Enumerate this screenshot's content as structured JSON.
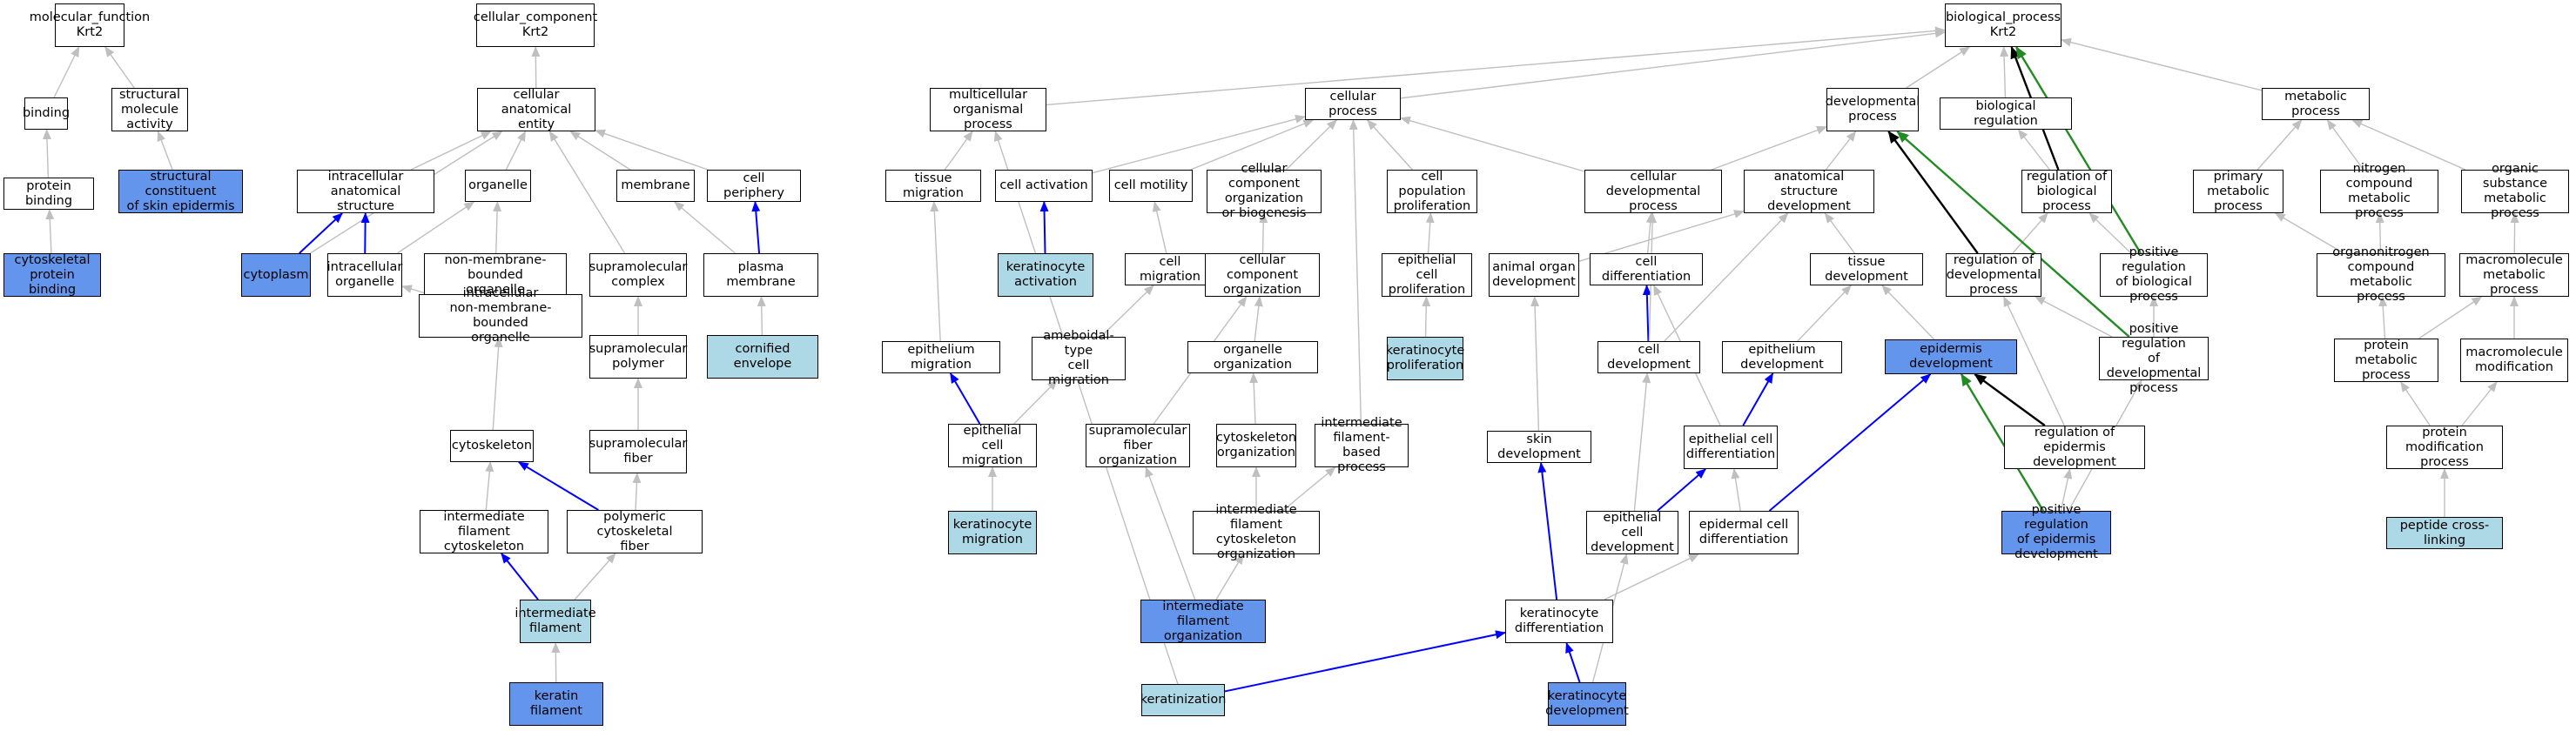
{
  "nodes": [
    {
      "id": "mf",
      "label": "molecular_function\nKrt2",
      "fill": "none"
    },
    {
      "id": "binding",
      "label": "binding",
      "fill": "none"
    },
    {
      "id": "smact",
      "label": "structural molecule\nactivity",
      "fill": "none"
    },
    {
      "id": "protbind",
      "label": "protein binding",
      "fill": "none"
    },
    {
      "id": "scse",
      "label": "structural constituent\nof skin epidermis",
      "fill": "dark"
    },
    {
      "id": "cytoskbind",
      "label": "cytoskeletal\nprotein binding",
      "fill": "dark"
    },
    {
      "id": "cc",
      "label": "cellular_component\nKrt2",
      "fill": "none"
    },
    {
      "id": "cae",
      "label": "cellular anatomical\nentity",
      "fill": "none"
    },
    {
      "id": "ias",
      "label": "intracellular\nanatomical structure",
      "fill": "none"
    },
    {
      "id": "organelle",
      "label": "organelle",
      "fill": "none"
    },
    {
      "id": "membrane",
      "label": "membrane",
      "fill": "none"
    },
    {
      "id": "cellperiph",
      "label": "cell periphery",
      "fill": "none"
    },
    {
      "id": "cytoplasm",
      "label": "cytoplasm",
      "fill": "dark"
    },
    {
      "id": "intraorg",
      "label": "intracellular\norganelle",
      "fill": "none"
    },
    {
      "id": "nmbo",
      "label": "non-membrane-bounded\norganelle",
      "fill": "none"
    },
    {
      "id": "smcomplex",
      "label": "supramolecular\ncomplex",
      "fill": "none"
    },
    {
      "id": "plasmamem",
      "label": "plasma membrane",
      "fill": "none"
    },
    {
      "id": "inmbo",
      "label": "intracellular\nnon-membrane-bounded\norganelle",
      "fill": "none"
    },
    {
      "id": "smpolymer",
      "label": "supramolecular\npolymer",
      "fill": "none"
    },
    {
      "id": "cornenv",
      "label": "cornified envelope",
      "fill": "light"
    },
    {
      "id": "cytoskeleton",
      "label": "cytoskeleton",
      "fill": "none"
    },
    {
      "id": "smfiber",
      "label": "supramolecular\nfiber",
      "fill": "none"
    },
    {
      "id": "ifcyto",
      "label": "intermediate\nfilament cytoskeleton",
      "fill": "none"
    },
    {
      "id": "pcfiber",
      "label": "polymeric cytoskeletal\nfiber",
      "fill": "none"
    },
    {
      "id": "if",
      "label": "intermediate\nfilament",
      "fill": "light"
    },
    {
      "id": "keratinfil",
      "label": "keratin filament",
      "fill": "dark"
    },
    {
      "id": "bp",
      "label": "biological_process\nKrt2",
      "fill": "none"
    },
    {
      "id": "multi",
      "label": "multicellular\norganismal process",
      "fill": "none"
    },
    {
      "id": "cellproc",
      "label": "cellular process",
      "fill": "none"
    },
    {
      "id": "devproc",
      "label": "developmental\nprocess",
      "fill": "none"
    },
    {
      "id": "bioreg",
      "label": "biological regulation",
      "fill": "none"
    },
    {
      "id": "metab",
      "label": "metabolic process",
      "fill": "none"
    },
    {
      "id": "tissmig",
      "label": "tissue migration",
      "fill": "none"
    },
    {
      "id": "cellact",
      "label": "cell activation",
      "fill": "none"
    },
    {
      "id": "cellmot",
      "label": "cell motility",
      "fill": "none"
    },
    {
      "id": "ccob",
      "label": "cellular component\norganization\nor biogenesis",
      "fill": "none"
    },
    {
      "id": "cpp",
      "label": "cell population\nproliferation",
      "fill": "none"
    },
    {
      "id": "cdp",
      "label": "cellular developmental\nprocess",
      "fill": "none"
    },
    {
      "id": "asd",
      "label": "anatomical structure\ndevelopment",
      "fill": "none"
    },
    {
      "id": "regbp",
      "label": "regulation of\nbiological process",
      "fill": "none"
    },
    {
      "id": "pmp",
      "label": "primary metabolic\nprocess",
      "fill": "none"
    },
    {
      "id": "ncmp",
      "label": "nitrogen compound\nmetabolic process",
      "fill": "none"
    },
    {
      "id": "osmp",
      "label": "organic substance\nmetabolic process",
      "fill": "none"
    },
    {
      "id": "keract",
      "label": "keratinocyte\nactivation",
      "fill": "light"
    },
    {
      "id": "cellmig",
      "label": "cell migration",
      "fill": "none"
    },
    {
      "id": "cco",
      "label": "cellular component\norganization",
      "fill": "none"
    },
    {
      "id": "ecp",
      "label": "epithelial cell\nproliferation",
      "fill": "none"
    },
    {
      "id": "aod",
      "label": "animal organ\ndevelopment",
      "fill": "none"
    },
    {
      "id": "celldiff",
      "label": "cell differentiation",
      "fill": "none"
    },
    {
      "id": "tissdev",
      "label": "tissue development",
      "fill": "none"
    },
    {
      "id": "regdev",
      "label": "regulation of\ndevelopmental\nprocess",
      "fill": "none"
    },
    {
      "id": "posregbp",
      "label": "positive regulation\nof biological\nprocess",
      "fill": "none"
    },
    {
      "id": "oncmp",
      "label": "organonitrogen\ncompound metabolic\nprocess",
      "fill": "none"
    },
    {
      "id": "mmp",
      "label": "macromolecule\nmetabolic process",
      "fill": "none"
    },
    {
      "id": "epimig",
      "label": "epithelium migration",
      "fill": "none"
    },
    {
      "id": "amoeb",
      "label": "ameboidal-type\ncell migration",
      "fill": "none"
    },
    {
      "id": "orgorg",
      "label": "organelle organization",
      "fill": "none"
    },
    {
      "id": "kerprolif",
      "label": "keratinocyte\nproliferation",
      "fill": "light"
    },
    {
      "id": "celldev",
      "label": "cell development",
      "fill": "none"
    },
    {
      "id": "epidev",
      "label": "epithelium development",
      "fill": "none"
    },
    {
      "id": "epiddev",
      "label": "epidermis development",
      "fill": "dark"
    },
    {
      "id": "posregdev",
      "label": "positive regulation\nof developmental\nprocess",
      "fill": "none"
    },
    {
      "id": "protmp",
      "label": "protein metabolic\nprocess",
      "fill": "none"
    },
    {
      "id": "mmmod",
      "label": "macromolecule\nmodification",
      "fill": "none"
    },
    {
      "id": "ecm",
      "label": "epithelial cell\nmigration",
      "fill": "none"
    },
    {
      "id": "smfo",
      "label": "supramolecular\nfiber organization",
      "fill": "none"
    },
    {
      "id": "cskorg",
      "label": "cytoskeleton\norganization",
      "fill": "none"
    },
    {
      "id": "ifbp",
      "label": "intermediate\nfilament-based\nprocess",
      "fill": "none"
    },
    {
      "id": "skindev",
      "label": "skin development",
      "fill": "none"
    },
    {
      "id": "ecd",
      "label": "epithelial cell\ndifferentiation",
      "fill": "none"
    },
    {
      "id": "regepid",
      "label": "regulation of\nepidermis development",
      "fill": "none"
    },
    {
      "id": "pmproc",
      "label": "protein modification\nprocess",
      "fill": "none"
    },
    {
      "id": "kermig",
      "label": "keratinocyte\nmigration",
      "fill": "light"
    },
    {
      "id": "ifco",
      "label": "intermediate\nfilament cytoskeleton\norganization",
      "fill": "none"
    },
    {
      "id": "ecdev",
      "label": "epithelial cell\ndevelopment",
      "fill": "none"
    },
    {
      "id": "edcd",
      "label": "epidermal cell\ndifferentiation",
      "fill": "none"
    },
    {
      "id": "posregepid",
      "label": "positive regulation\nof epidermis\ndevelopment",
      "fill": "dark"
    },
    {
      "id": "pepcl",
      "label": "peptide cross-linking",
      "fill": "light"
    },
    {
      "id": "ifo",
      "label": "intermediate\nfilament organization",
      "fill": "dark"
    },
    {
      "id": "kerdiff",
      "label": "keratinocyte\ndifferentiation",
      "fill": "none"
    },
    {
      "id": "keratinization",
      "label": "keratinization",
      "fill": "light"
    },
    {
      "id": "kerdev",
      "label": "keratinocyte\ndevelopment",
      "fill": "dark"
    }
  ],
  "edges": [
    {
      "from": "binding",
      "to": "mf",
      "type": "is_a"
    },
    {
      "from": "smact",
      "to": "mf",
      "type": "is_a"
    },
    {
      "from": "protbind",
      "to": "binding",
      "type": "is_a"
    },
    {
      "from": "scse",
      "to": "smact",
      "type": "is_a"
    },
    {
      "from": "cytoskbind",
      "to": "protbind",
      "type": "is_a"
    },
    {
      "from": "cae",
      "to": "cc",
      "type": "is_a"
    },
    {
      "from": "ias",
      "to": "cae",
      "type": "is_a"
    },
    {
      "from": "organelle",
      "to": "cae",
      "type": "is_a"
    },
    {
      "from": "membrane",
      "to": "cae",
      "type": "is_a"
    },
    {
      "from": "cellperiph",
      "to": "cae",
      "type": "is_a"
    },
    {
      "from": "cytoplasm",
      "to": "cae",
      "type": "is_a"
    },
    {
      "from": "cytoplasm",
      "to": "ias",
      "type": "part_of"
    },
    {
      "from": "intraorg",
      "to": "ias",
      "type": "part_of"
    },
    {
      "from": "intraorg",
      "to": "organelle",
      "type": "is_a"
    },
    {
      "from": "nmbo",
      "to": "organelle",
      "type": "is_a"
    },
    {
      "from": "smcomplex",
      "to": "cae",
      "type": "is_a"
    },
    {
      "from": "plasmamem",
      "to": "membrane",
      "type": "is_a"
    },
    {
      "from": "plasmamem",
      "to": "cellperiph",
      "type": "part_of"
    },
    {
      "from": "inmbo",
      "to": "intraorg",
      "type": "is_a"
    },
    {
      "from": "inmbo",
      "to": "nmbo",
      "type": "is_a"
    },
    {
      "from": "smpolymer",
      "to": "smcomplex",
      "type": "is_a"
    },
    {
      "from": "cornenv",
      "to": "plasmamem",
      "type": "is_a"
    },
    {
      "from": "cytoskeleton",
      "to": "inmbo",
      "type": "is_a"
    },
    {
      "from": "smfiber",
      "to": "smpolymer",
      "type": "is_a"
    },
    {
      "from": "ifcyto",
      "to": "cytoskeleton",
      "type": "is_a"
    },
    {
      "from": "pcfiber",
      "to": "cytoskeleton",
      "type": "part_of"
    },
    {
      "from": "pcfiber",
      "to": "smfiber",
      "type": "is_a"
    },
    {
      "from": "if",
      "to": "ifcyto",
      "type": "part_of"
    },
    {
      "from": "if",
      "to": "pcfiber",
      "type": "is_a"
    },
    {
      "from": "keratinfil",
      "to": "if",
      "type": "is_a"
    },
    {
      "from": "multi",
      "to": "bp",
      "type": "is_a"
    },
    {
      "from": "cellproc",
      "to": "bp",
      "type": "is_a"
    },
    {
      "from": "devproc",
      "to": "bp",
      "type": "is_a"
    },
    {
      "from": "bioreg",
      "to": "bp",
      "type": "is_a"
    },
    {
      "from": "metab",
      "to": "bp",
      "type": "is_a"
    },
    {
      "from": "tissmig",
      "to": "multi",
      "type": "is_a"
    },
    {
      "from": "cellact",
      "to": "cellproc",
      "type": "is_a"
    },
    {
      "from": "cellmot",
      "to": "cellproc",
      "type": "is_a"
    },
    {
      "from": "ccob",
      "to": "cellproc",
      "type": "is_a"
    },
    {
      "from": "cpp",
      "to": "cellproc",
      "type": "is_a"
    },
    {
      "from": "cdp",
      "to": "cellproc",
      "type": "is_a"
    },
    {
      "from": "cdp",
      "to": "devproc",
      "type": "is_a"
    },
    {
      "from": "asd",
      "to": "devproc",
      "type": "is_a"
    },
    {
      "from": "regbp",
      "to": "bioreg",
      "type": "is_a"
    },
    {
      "from": "regbp",
      "to": "bp",
      "type": "regulates"
    },
    {
      "from": "pmp",
      "to": "metab",
      "type": "is_a"
    },
    {
      "from": "ncmp",
      "to": "metab",
      "type": "is_a"
    },
    {
      "from": "osmp",
      "to": "metab",
      "type": "is_a"
    },
    {
      "from": "keract",
      "to": "cellact",
      "type": "part_of"
    },
    {
      "from": "cellmig",
      "to": "cellmot",
      "type": "is_a"
    },
    {
      "from": "cco",
      "to": "ccob",
      "type": "is_a"
    },
    {
      "from": "ecp",
      "to": "cpp",
      "type": "is_a"
    },
    {
      "from": "aod",
      "to": "asd",
      "type": "is_a"
    },
    {
      "from": "celldiff",
      "to": "cdp",
      "type": "is_a"
    },
    {
      "from": "tissdev",
      "to": "asd",
      "type": "is_a"
    },
    {
      "from": "regdev",
      "to": "regbp",
      "type": "is_a"
    },
    {
      "from": "regdev",
      "to": "devproc",
      "type": "regulates"
    },
    {
      "from": "posregbp",
      "to": "regbp",
      "type": "is_a"
    },
    {
      "from": "posregbp",
      "to": "bp",
      "type": "positively_regulates"
    },
    {
      "from": "oncmp",
      "to": "ncmp",
      "type": "is_a"
    },
    {
      "from": "oncmp",
      "to": "pmp",
      "type": "is_a"
    },
    {
      "from": "mmp",
      "to": "osmp",
      "type": "is_a"
    },
    {
      "from": "epimig",
      "to": "tissmig",
      "type": "is_a"
    },
    {
      "from": "amoeb",
      "to": "cellmig",
      "type": "is_a"
    },
    {
      "from": "orgorg",
      "to": "cco",
      "type": "is_a"
    },
    {
      "from": "kerprolif",
      "to": "ecp",
      "type": "is_a"
    },
    {
      "from": "celldev",
      "to": "celldiff",
      "type": "part_of"
    },
    {
      "from": "celldev",
      "to": "asd",
      "type": "is_a"
    },
    {
      "from": "celldev",
      "to": "cdp",
      "type": "is_a"
    },
    {
      "from": "epidev",
      "to": "tissdev",
      "type": "is_a"
    },
    {
      "from": "epiddev",
      "to": "tissdev",
      "type": "is_a"
    },
    {
      "from": "posregdev",
      "to": "regdev",
      "type": "is_a"
    },
    {
      "from": "posregdev",
      "to": "posregbp",
      "type": "is_a"
    },
    {
      "from": "posregdev",
      "to": "devproc",
      "type": "positively_regulates"
    },
    {
      "from": "protmp",
      "to": "oncmp",
      "type": "is_a"
    },
    {
      "from": "protmp",
      "to": "mmp",
      "type": "is_a"
    },
    {
      "from": "mmmod",
      "to": "mmp",
      "type": "is_a"
    },
    {
      "from": "ecm",
      "to": "epimig",
      "type": "part_of"
    },
    {
      "from": "ecm",
      "to": "amoeb",
      "type": "is_a"
    },
    {
      "from": "smfo",
      "to": "cco",
      "type": "is_a"
    },
    {
      "from": "cskorg",
      "to": "orgorg",
      "type": "is_a"
    },
    {
      "from": "ifbp",
      "to": "cellproc",
      "type": "is_a"
    },
    {
      "from": "skindev",
      "to": "aod",
      "type": "is_a"
    },
    {
      "from": "ecd",
      "to": "celldiff",
      "type": "is_a"
    },
    {
      "from": "ecd",
      "to": "epidev",
      "type": "part_of"
    },
    {
      "from": "regepid",
      "to": "epiddev",
      "type": "regulates"
    },
    {
      "from": "regepid",
      "to": "regdev",
      "type": "is_a"
    },
    {
      "from": "pmproc",
      "to": "protmp",
      "type": "is_a"
    },
    {
      "from": "pmproc",
      "to": "mmmod",
      "type": "is_a"
    },
    {
      "from": "kermig",
      "to": "ecm",
      "type": "is_a"
    },
    {
      "from": "ifco",
      "to": "cskorg",
      "type": "is_a"
    },
    {
      "from": "ifco",
      "to": "ifbp",
      "type": "is_a"
    },
    {
      "from": "ecdev",
      "to": "ecd",
      "type": "part_of"
    },
    {
      "from": "ecdev",
      "to": "celldev",
      "type": "is_a"
    },
    {
      "from": "edcd",
      "to": "ecd",
      "type": "is_a"
    },
    {
      "from": "edcd",
      "to": "epiddev",
      "type": "part_of"
    },
    {
      "from": "posregepid",
      "to": "regepid",
      "type": "is_a"
    },
    {
      "from": "posregepid",
      "to": "posregdev",
      "type": "is_a"
    },
    {
      "from": "posregepid",
      "to": "epiddev",
      "type": "positively_regulates"
    },
    {
      "from": "pepcl",
      "to": "pmproc",
      "type": "is_a"
    },
    {
      "from": "ifo",
      "to": "ifco",
      "type": "is_a"
    },
    {
      "from": "ifo",
      "to": "smfo",
      "type": "is_a"
    },
    {
      "from": "kerdiff",
      "to": "skindev",
      "type": "part_of"
    },
    {
      "from": "kerdiff",
      "to": "edcd",
      "type": "is_a"
    },
    {
      "from": "keratinization",
      "to": "kerdiff",
      "type": "part_of"
    },
    {
      "from": "keratinization",
      "to": "multi",
      "type": "is_a"
    },
    {
      "from": "kerdev",
      "to": "kerdiff",
      "type": "part_of"
    },
    {
      "from": "kerdev",
      "to": "ecdev",
      "type": "is_a"
    }
  ],
  "colors": {
    "light_fill": "#add8e6",
    "dark_fill": "#6495ed",
    "is_a": "#bfbfbf",
    "part_of": "#0000ff",
    "regulates": "#000000",
    "positively_regulates": "#228b22"
  }
}
